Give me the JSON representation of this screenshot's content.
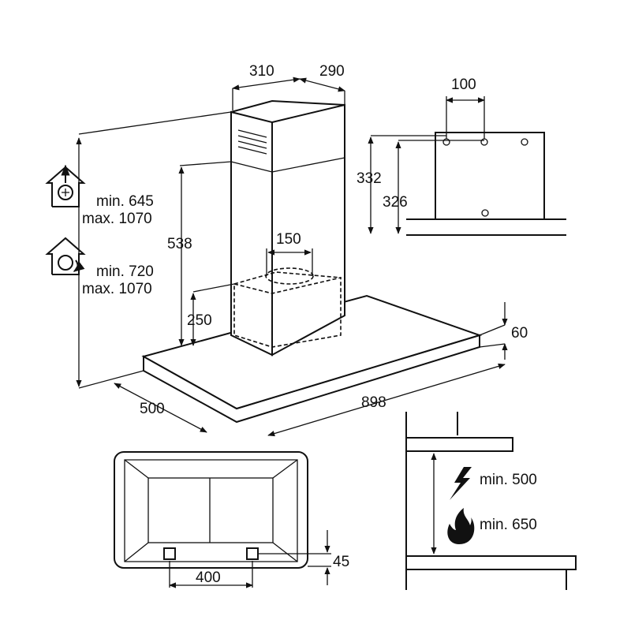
{
  "dimensions": {
    "chimney_width": "310",
    "chimney_depth": "290",
    "bracket_spacing": "100",
    "bracket_height_outer": "332",
    "bracket_height_inner": "326",
    "chimney_upper_height": "538",
    "outlet_diameter": "150",
    "lower_chimney_height": "250",
    "canopy_thickness": "60",
    "canopy_depth": "500",
    "canopy_width": "898",
    "filter_spacing": "400",
    "filter_offset": "45"
  },
  "extraction_mode": {
    "min": "min. 645",
    "max": "max. 1070"
  },
  "recirculation_mode": {
    "min": "min. 720",
    "max": "max. 1070"
  },
  "clearance": {
    "electric": "min. 500",
    "gas": "min. 650"
  }
}
